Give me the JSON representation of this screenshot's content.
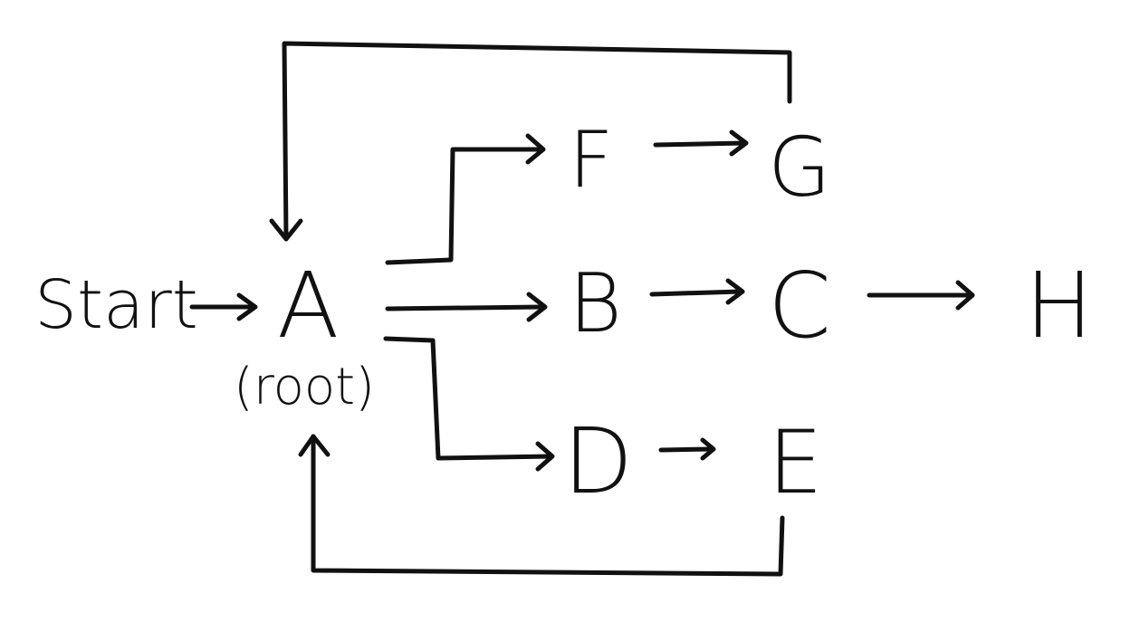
{
  "diagram": {
    "nodes": {
      "start": "Start",
      "a": "A",
      "a_note": "(root)",
      "b": "B",
      "c": "C",
      "d": "D",
      "e": "E",
      "f": "F",
      "g": "G",
      "h": "H"
    },
    "edges": [
      [
        "Start",
        "A"
      ],
      [
        "A",
        "F"
      ],
      [
        "A",
        "B"
      ],
      [
        "A",
        "D"
      ],
      [
        "F",
        "G"
      ],
      [
        "B",
        "C"
      ],
      [
        "C",
        "H"
      ],
      [
        "D",
        "E"
      ],
      [
        "G",
        "A"
      ],
      [
        "E",
        "A"
      ]
    ],
    "stroke_color": "#111111"
  }
}
